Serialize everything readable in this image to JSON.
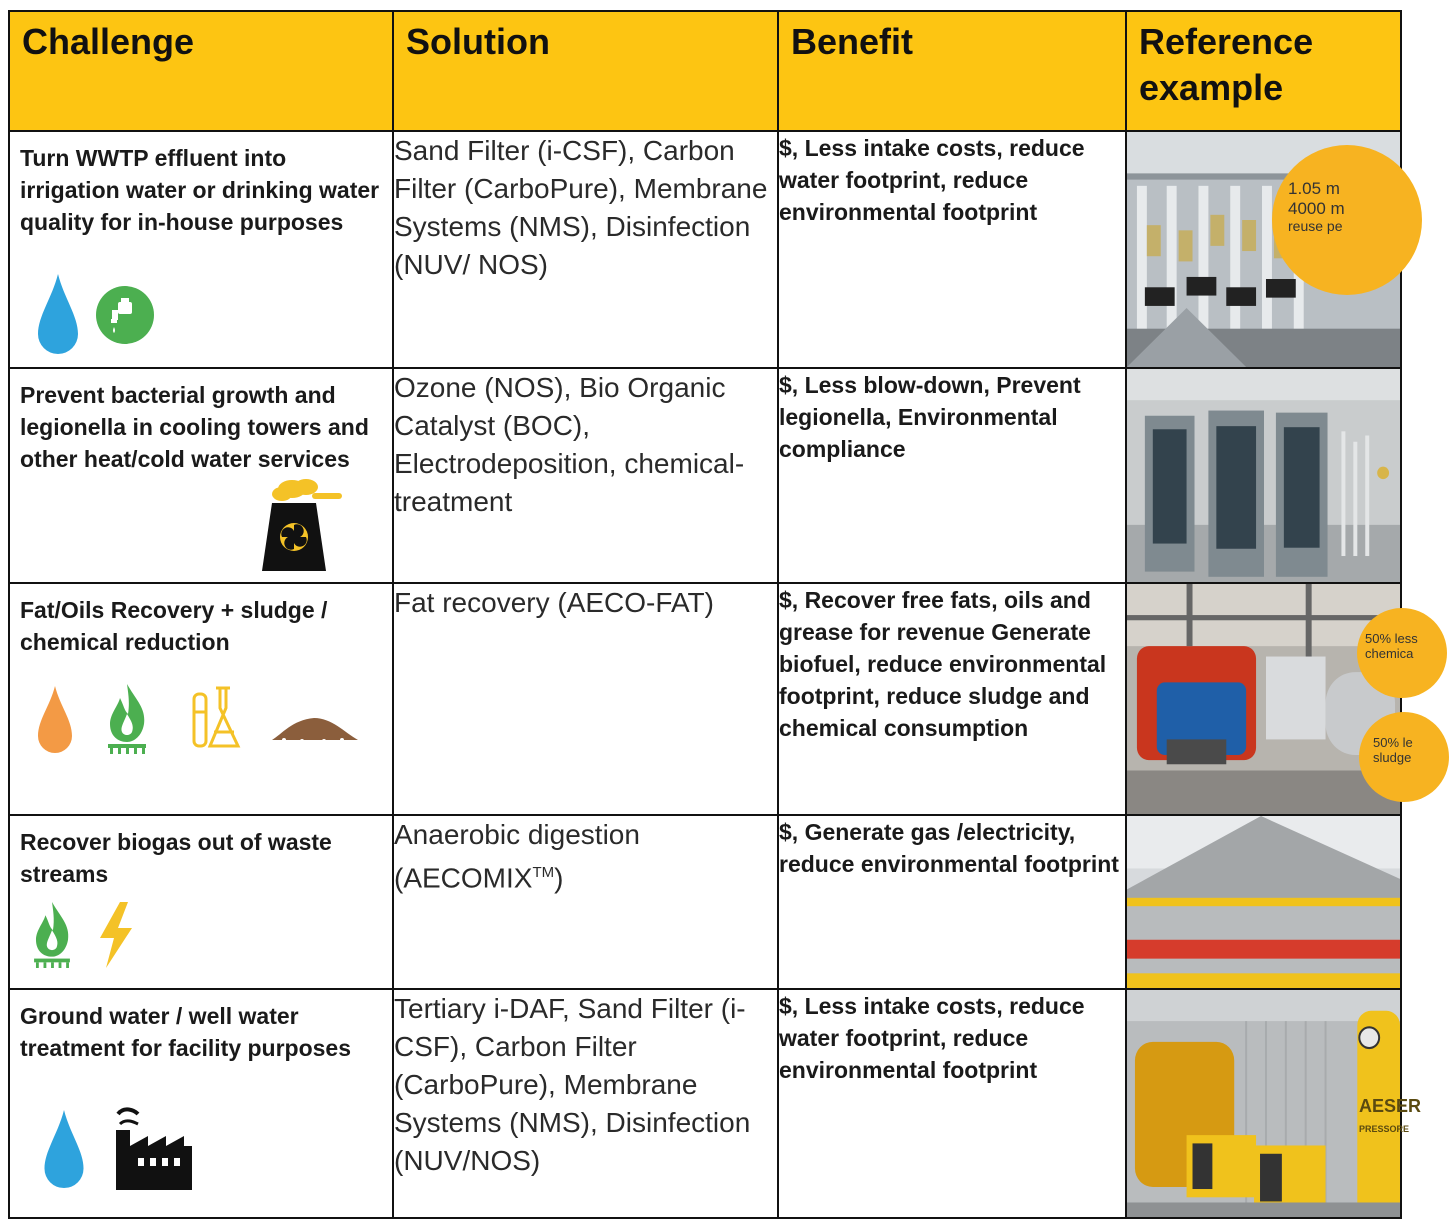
{
  "headers": {
    "challenge": "Challenge",
    "solution": "Solution",
    "benefit": "Benefit",
    "reference": "Reference example"
  },
  "rows": [
    {
      "challenge": "Turn WWTP effluent into irrigation water or drinking water quality for in-house purposes",
      "solution": "Sand Filter (i-CSF), Carbon Filter (CarboPure), Membrane Systems (NMS), Disinfection (NUV/ NOS)",
      "benefit": "$, Less intake costs, reduce water footprint, reduce environmental footprint",
      "icons": [
        "water-drop-icon",
        "water-tap-icon"
      ],
      "badges": [
        "1.05 m",
        "4000 m",
        "reuse pe"
      ]
    },
    {
      "challenge": "Prevent bacterial growth and legionella in cooling towers and other heat/cold water services",
      "solution": "Ozone (NOS), Bio Organic Catalyst (BOC), Electrodeposition, chemical-treatment",
      "benefit": "$, Less blow-down, Prevent legionella, Environmental compliance",
      "icons": [
        "cooling-tower-icon"
      ]
    },
    {
      "challenge": "Fat/Oils Recovery + sludge / chemical reduction",
      "solution": "Fat recovery (AECO-FAT)",
      "benefit": "$, Recover free fats, oils and grease for revenue Generate biofuel, reduce environmental footprint, reduce sludge and chemical consumption",
      "icons": [
        "oil-drop-icon",
        "gas-flame-icon",
        "lab-flask-icon",
        "sludge-pile-icon"
      ],
      "badges": [
        "50% less",
        "chemica",
        "50% le",
        "sludge"
      ]
    },
    {
      "challenge": "Recover biogas out of waste streams",
      "solution": "Anaerobic digestion (AECOMIX",
      "solution_tm": "TM",
      "solution_end": ")",
      "benefit": "$, Generate gas /electricity, reduce environmental footprint",
      "icons": [
        "gas-flame-icon",
        "lightning-icon"
      ]
    },
    {
      "challenge": "Ground water / well water treatment for facility purposes",
      "solution": "Tertiary i-DAF, Sand Filter (i-CSF), Carbon Filter (CarboPure), Membrane Systems (NMS), Disinfection (NUV/NOS)",
      "benefit": "$, Less intake costs, reduce water footprint, reduce environmental footprint",
      "icons": [
        "water-drop-icon",
        "factory-icon"
      ],
      "photo_text": "AESER",
      "photo_subtext": "PRESSORE"
    }
  ],
  "colors": {
    "header_yellow": "#FDC512",
    "water_blue": "#2EA3DD",
    "green": "#4CAF50",
    "orange": "#F39A45",
    "flask_yellow": "#F4C227",
    "sludge_brown": "#8B5E3C",
    "bubble_orange": "#F7B321"
  }
}
